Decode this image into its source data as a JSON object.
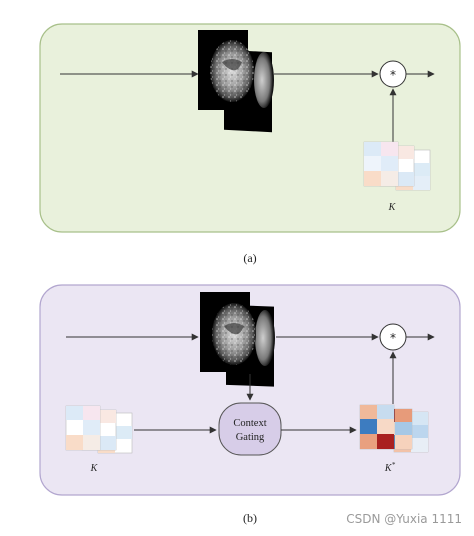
{
  "panel_a": {
    "caption": "(a)",
    "kernel_label": "K",
    "operator_symbol": "*",
    "background": "#e9f1dc",
    "border": "#a8c08a"
  },
  "panel_b": {
    "caption": "(b)",
    "kernel_in_label": "K",
    "kernel_out_label": "K",
    "kernel_out_superscript": "*",
    "gating_line1": "Context",
    "gating_line2": "Gating",
    "operator_symbol": "*",
    "background": "#ebe6f3",
    "border": "#b2a6cf",
    "gating_fill": "#d7cde8"
  },
  "watermark": "CSDN @Yuxia 1111"
}
